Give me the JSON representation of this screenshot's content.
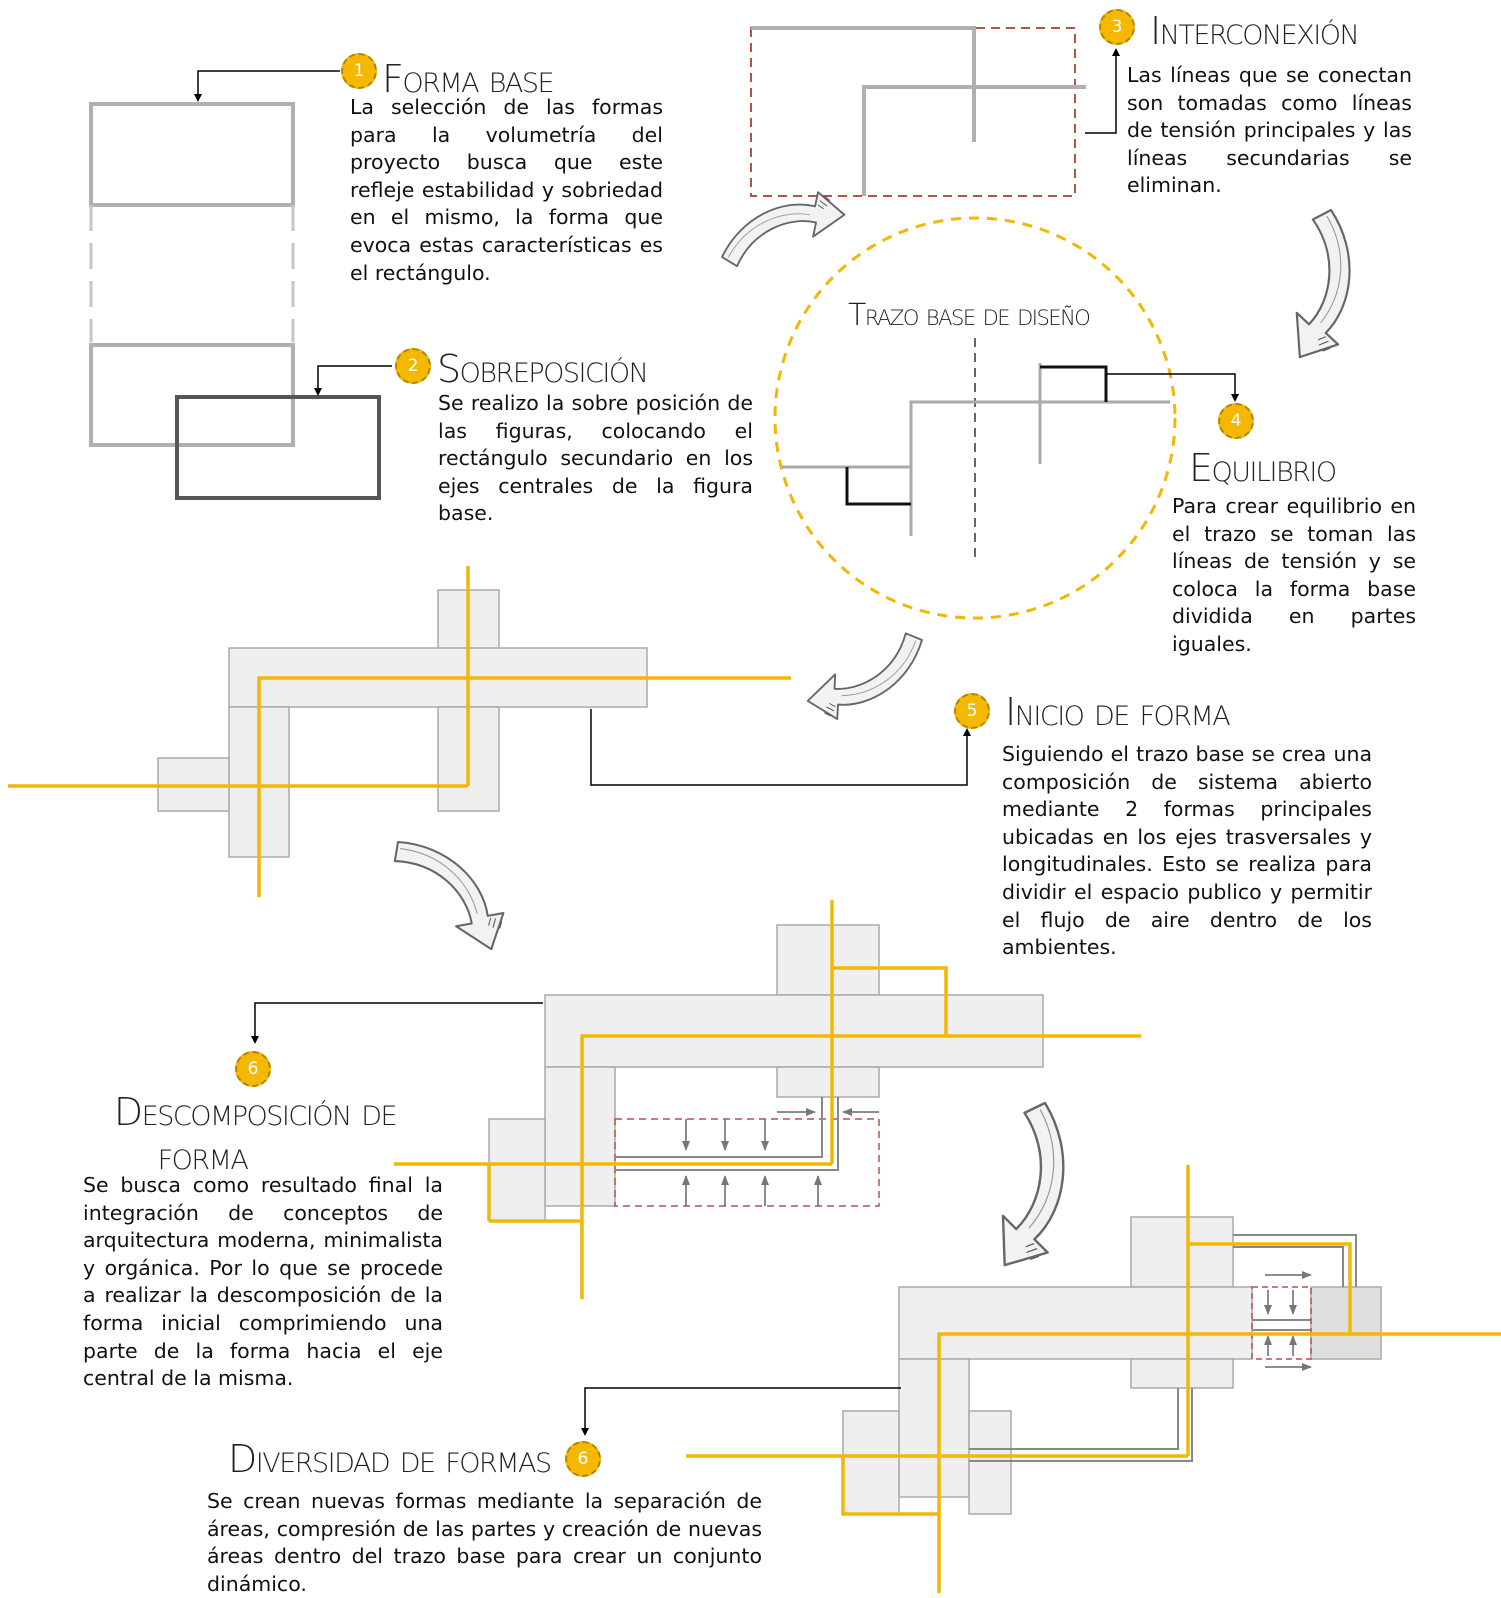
{
  "colors": {
    "accent": "#F5B800",
    "tension_line": "#F2B705",
    "dashed_red": "#B3544A",
    "shape_gray": "#B0B0B0",
    "fill_gray": "#EFEFEF"
  },
  "icons": [
    "curved-arrow-icon",
    "arrow-pointer-icon",
    "numbered-badge-icon"
  ],
  "steps": [
    {
      "number": "1",
      "title": "Forma base",
      "text": "La selección de las formas para la volumetría del proyecto busca que este refleje estabilidad y sobriedad en el mismo, la forma que evoca estas características es el rectángulo."
    },
    {
      "number": "2",
      "title": "Sobreposición",
      "text": "Se realizo la sobre posición de las figuras, colocando el rectángulo secundario en los ejes centrales de la figura base."
    },
    {
      "number": "3",
      "title": "Interconexión",
      "text": "Las líneas que se conectan son tomadas como líneas de tensión principales y las líneas secundarias se eliminan."
    },
    {
      "number": "4",
      "title": "Equilibrio",
      "text": "Para crear equilibrio en el trazo se toman las líneas de tensión y se coloca la forma base dividida en partes iguales."
    },
    {
      "number": "5",
      "title": "Inicio de forma",
      "text": "Siguiendo el trazo base se crea una composición de sistema abierto mediante 2 formas principales ubicadas en los ejes trasversales y longitudinales. Esto se realiza para dividir el espacio publico y permitir el flujo de aire dentro de los ambientes."
    },
    {
      "number": "6",
      "title_line1": "Descomposición de",
      "title_line2": "forma",
      "text": "Se busca como resultado final la integración de conceptos de arquitectura moderna, minimalista y orgánica. Por lo que se procede a realizar la descomposición de la forma inicial comprimiendo una parte de la forma hacia el eje central de la misma."
    },
    {
      "number": "6",
      "title": "Diversidad de formas",
      "text": "Se crean nuevas formas mediante la separación de áreas, compresión de las partes y creación de nuevas áreas dentro del trazo base para crear un conjunto dinámico."
    }
  ],
  "circle_label": "Trazo base de diseño"
}
